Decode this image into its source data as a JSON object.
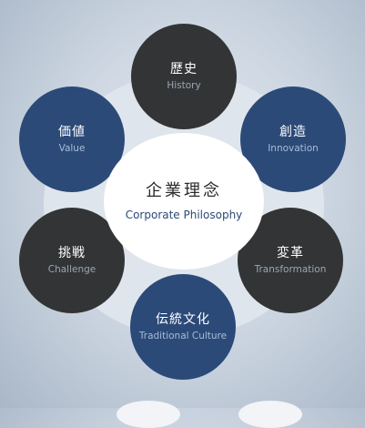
{
  "center": {
    "title_jp": "企業理念",
    "title_en": "Corporate Philosophy"
  },
  "nodes": {
    "history": {
      "jp": "歴史",
      "en": "History",
      "color": "#333435"
    },
    "innovation": {
      "jp": "創造",
      "en": "Innovation",
      "color": "#2b4a78"
    },
    "transformation": {
      "jp": "変革",
      "en": "Transformation",
      "color": "#333435"
    },
    "culture": {
      "jp": "伝統文化",
      "en": "Traditional Culture",
      "color": "#2b4a78"
    },
    "challenge": {
      "jp": "挑戦",
      "en": "Challenge",
      "color": "#333435"
    },
    "value": {
      "jp": "価値",
      "en": "Value",
      "color": "#2b4a78"
    }
  },
  "colors": {
    "navy": "#2b4a78",
    "charcoal": "#333435",
    "ring": "#dfe5ec",
    "center": "#ffffff"
  }
}
